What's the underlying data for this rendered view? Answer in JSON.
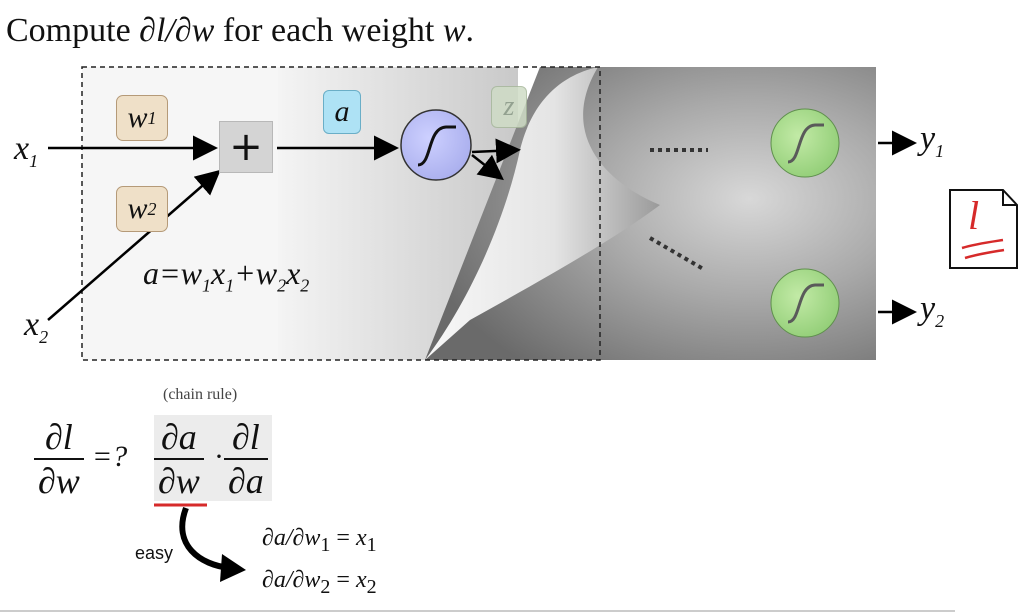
{
  "title": {
    "prefix": "Compute ",
    "expr": "∂l/∂w",
    "middle": " for each weight ",
    "var": "w",
    "suffix": "."
  },
  "inputs": {
    "x1": "x",
    "x1_sub": "1",
    "x2": "x",
    "x2_sub": "2"
  },
  "weights": {
    "w1": "w",
    "w1_sub": "1",
    "w2": "w",
    "w2_sub": "2"
  },
  "nodes": {
    "sum": "+",
    "a": "a",
    "z": "z"
  },
  "equation": {
    "lhs": "a=",
    "t1w": "w",
    "t1ws": "1",
    "t1x": "x",
    "t1xs": "1",
    "plus": "+",
    "t2w": "w",
    "t2ws": "2",
    "t2x": "x",
    "t2xs": "2"
  },
  "outputs": {
    "y1": "y",
    "y1_sub": "1",
    "y2": "y",
    "y2_sub": "2"
  },
  "loss_note": "l",
  "chain_rule": {
    "caption": "(chain rule)",
    "lhs_num": "∂l",
    "lhs_den": "∂w",
    "eq": "=?",
    "f1_num": "∂a",
    "f1_den": "∂w",
    "dot": "·",
    "f2_num": "∂l",
    "f2_den": "∂a"
  },
  "easy_label": "easy",
  "results": [
    {
      "lhs": "∂a/∂w",
      "sub": "1",
      "eq": " = ",
      "rhs": "x",
      "rsub": "1"
    },
    {
      "lhs": "∂a/∂w",
      "sub": "2",
      "eq": " = ",
      "rhs": "x",
      "rsub": "2"
    }
  ],
  "colors": {
    "weight": "#efe0c8",
    "a_node": "#aee2f5",
    "sigmoid": "#b8bdf0",
    "output_sigmoid": "#a6d88f",
    "underline": "#d62a2a",
    "note": "#d62a2a"
  }
}
